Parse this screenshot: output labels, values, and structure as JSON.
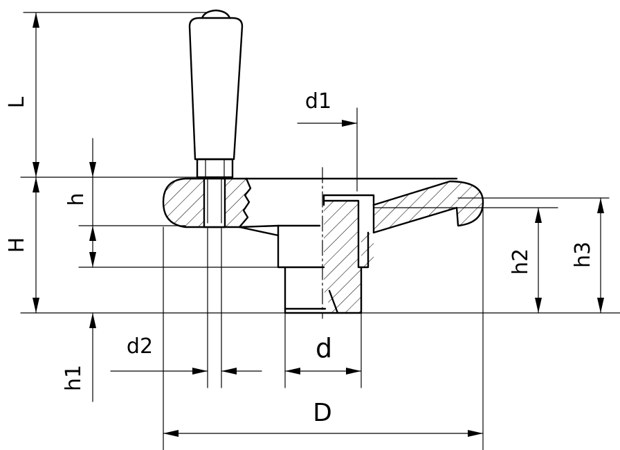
{
  "labels": {
    "L": "L",
    "d1": "d1",
    "h": "h",
    "H": "H",
    "h2": "h2",
    "h3": "h3",
    "d2": "d2",
    "d": "d",
    "h1": "h1",
    "D": "D"
  }
}
